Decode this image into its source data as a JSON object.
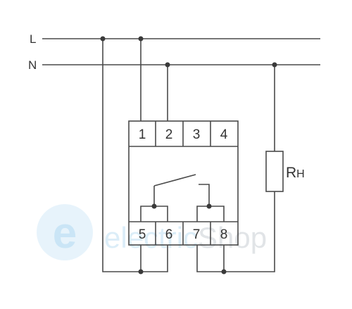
{
  "lines": {
    "L": "L",
    "N": "N"
  },
  "terminals_top": [
    "1",
    "2",
    "3",
    "4"
  ],
  "terminals_bottom": [
    "5",
    "6",
    "7",
    "8"
  ],
  "resistor": {
    "main": "R",
    "sub": "H"
  },
  "watermark": {
    "part1": "electric",
    "part2": "Shop",
    "logo_letter": "e",
    "color1": "#4aa8e0",
    "color2": "#7d8a95"
  },
  "colors": {
    "wire": "#4a4a4a"
  }
}
